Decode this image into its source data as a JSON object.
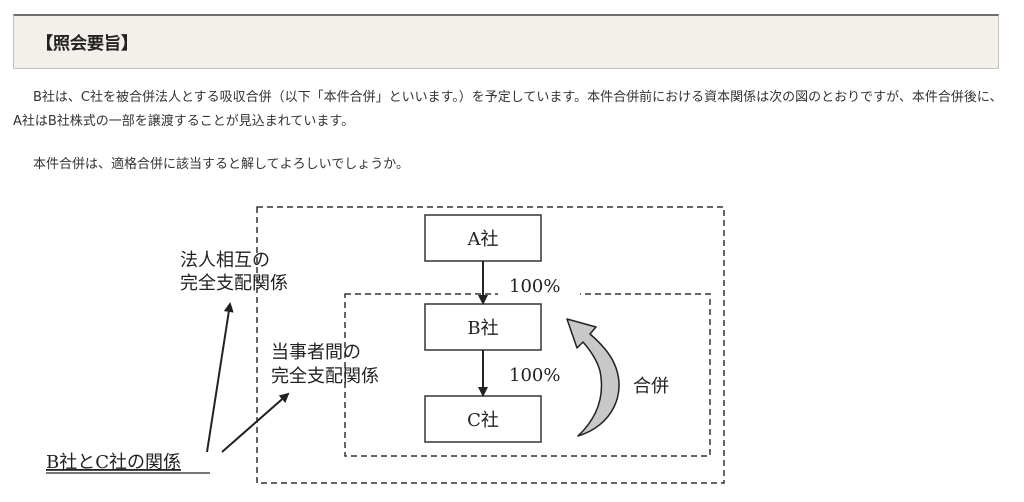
{
  "heading": {
    "title": "【照会要旨】"
  },
  "body": {
    "paragraph1": "B社は、C社を被合併法人とする吸収合併（以下「本件合併」といいます。）を予定しています。本件合併前における資本関係は次の図のとおりですが、本件合併後に、A社はB社株式の一部を譲渡することが見込まれています。",
    "paragraph2": "本件合併は、適格合併に該当すると解してよろしいでしょうか。"
  },
  "diagram": {
    "company_a": "A社",
    "company_b": "B社",
    "company_c": "C社",
    "pct_ab": "100%",
    "pct_bc": "100%",
    "label_mutual_line1": "法人相互の",
    "label_mutual_line2": "完全支配関係",
    "label_parties_line1": "当事者間の",
    "label_parties_line2": "完全支配関係",
    "label_merger": "合併",
    "label_relationship": "B社とC社の関係"
  }
}
